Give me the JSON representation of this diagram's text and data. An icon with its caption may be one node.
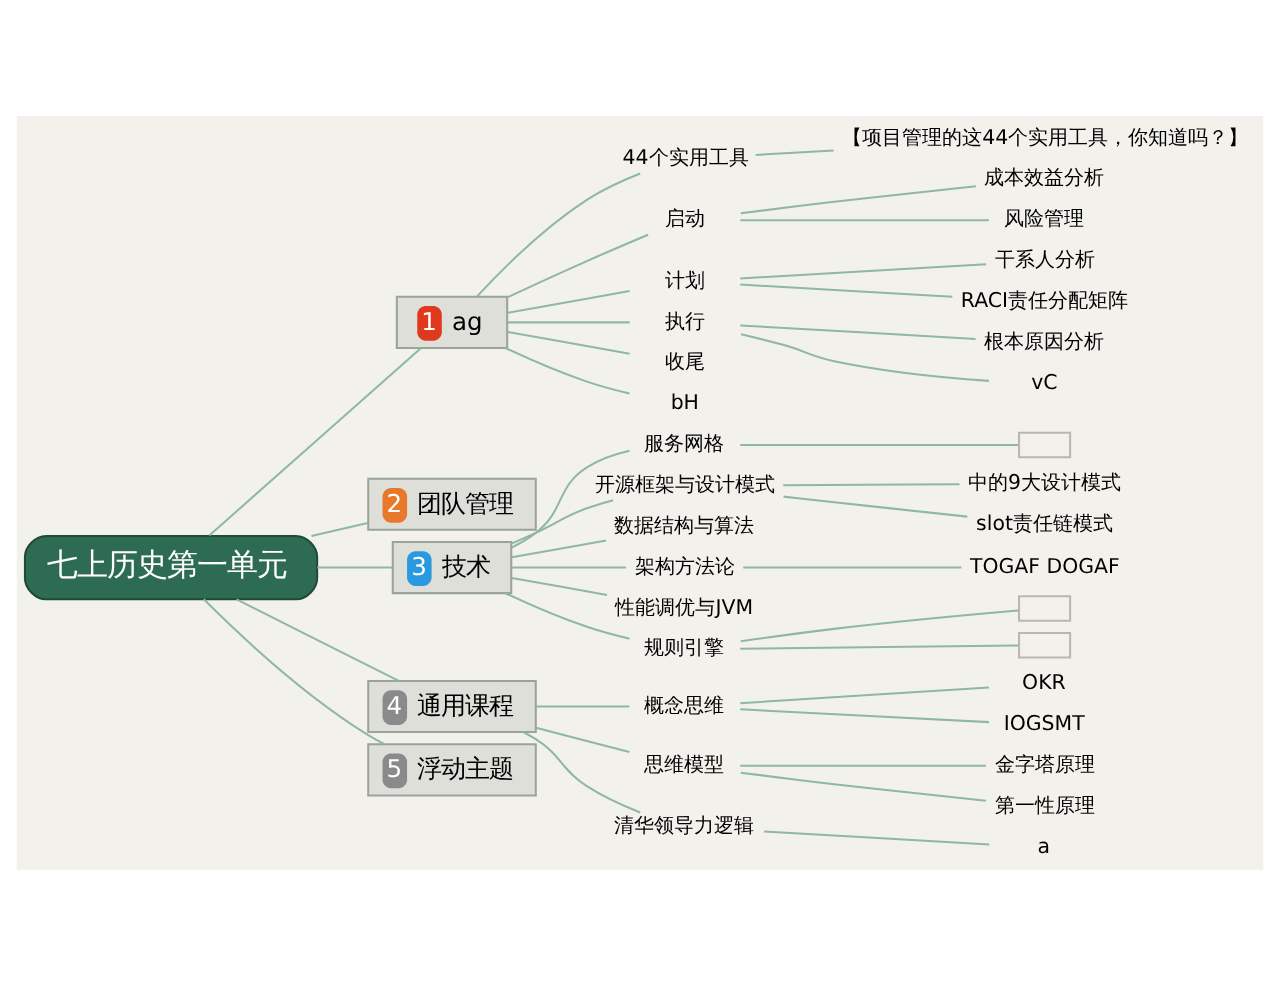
{
  "diagram": {
    "nodes": [
      {
        "text": [
          "七上历史第一单元"
        ]
      },
      {
        "text": [
          "1",
          "ag"
        ]
      },
      {
        "text": [
          "44个实用工具"
        ]
      },
      {
        "text": [
          "【项目管理的这44个实用工具，你知道吗？】"
        ]
      },
      {
        "text": [
          "启动"
        ]
      },
      {
        "text": [
          "成本效益分析"
        ]
      },
      {
        "text": [
          "风险管理"
        ]
      },
      {
        "text": [
          "计划"
        ]
      },
      {
        "text": [
          "干系人分析"
        ]
      },
      {
        "text": [
          "RACI责任分配矩阵"
        ]
      },
      {
        "text": [
          "执行"
        ]
      },
      {
        "text": [
          "根本原因分析"
        ]
      },
      {
        "text": [
          "vC"
        ]
      },
      {
        "text": [
          "收尾"
        ]
      },
      {
        "text": [
          "bH"
        ]
      },
      {
        "text": [
          "2",
          "团队管理"
        ]
      },
      {
        "text": [
          "3",
          "技术"
        ]
      },
      {
        "text": [
          "服务网格"
        ]
      },
      {
        "text": [],
        "shape": "box"
      },
      {
        "text": [
          "开源框架与设计模式"
        ]
      },
      {
        "text": [
          "中的9大设计模式"
        ]
      },
      {
        "text": [
          "slot责任链模式"
        ]
      },
      {
        "text": [
          "数据结构与算法"
        ]
      },
      {
        "text": [
          "架构方法论"
        ]
      },
      {
        "text": [
          "TOGAF DOGAF"
        ]
      },
      {
        "text": [
          "性能调优与JVM"
        ]
      },
      {
        "text": [
          "规则引擎"
        ]
      },
      {
        "text": [],
        "shape": "box"
      },
      {
        "text": [],
        "shape": "box"
      },
      {
        "text": [
          "4",
          "通用课程"
        ]
      },
      {
        "text": [
          "概念思维"
        ]
      },
      {
        "text": [
          "OKR"
        ]
      },
      {
        "text": [
          "IOGSMT"
        ]
      },
      {
        "text": [
          "思维模型"
        ]
      },
      {
        "text": [
          "金字塔原理"
        ]
      },
      {
        "text": [
          "第一性原理"
        ]
      },
      {
        "text": [
          "清华领导力逻辑"
        ]
      },
      {
        "text": [
          "a"
        ]
      },
      {
        "text": [
          "5",
          "浮动主题"
        ]
      }
    ],
    "edges": [
      {
        "from": 0,
        "to": 1,
        "arrow": "none"
      },
      {
        "from": 0,
        "to": 15,
        "arrow": "none"
      },
      {
        "from": 0,
        "to": 16,
        "arrow": "none"
      },
      {
        "from": 0,
        "to": 29,
        "arrow": "none"
      },
      {
        "from": 0,
        "to": 38,
        "arrow": "none"
      },
      {
        "from": 1,
        "to": 2,
        "arrow": "none"
      },
      {
        "from": 2,
        "to": 3,
        "arrow": "none"
      },
      {
        "from": 1,
        "to": 4,
        "arrow": "none"
      },
      {
        "from": 4,
        "to": 5,
        "arrow": "none"
      },
      {
        "from": 4,
        "to": 6,
        "arrow": "none"
      },
      {
        "from": 1,
        "to": 7,
        "arrow": "none"
      },
      {
        "from": 7,
        "to": 8,
        "arrow": "none"
      },
      {
        "from": 7,
        "to": 9,
        "arrow": "none"
      },
      {
        "from": 1,
        "to": 10,
        "arrow": "none"
      },
      {
        "from": 10,
        "to": 11,
        "arrow": "none"
      },
      {
        "from": 10,
        "to": 12,
        "arrow": "none"
      },
      {
        "from": 1,
        "to": 13,
        "arrow": "none"
      },
      {
        "from": 1,
        "to": 14,
        "arrow": "none"
      },
      {
        "from": 16,
        "to": 17,
        "arrow": "none"
      },
      {
        "from": 17,
        "to": 18,
        "arrow": "none"
      },
      {
        "from": 16,
        "to": 19,
        "arrow": "none"
      },
      {
        "from": 19,
        "to": 20,
        "arrow": "none"
      },
      {
        "from": 19,
        "to": 21,
        "arrow": "none"
      },
      {
        "from": 16,
        "to": 22,
        "arrow": "none"
      },
      {
        "from": 16,
        "to": 23,
        "arrow": "none"
      },
      {
        "from": 23,
        "to": 24,
        "arrow": "none"
      },
      {
        "from": 16,
        "to": 25,
        "arrow": "none"
      },
      {
        "from": 16,
        "to": 26,
        "arrow": "none"
      },
      {
        "from": 26,
        "to": 27,
        "arrow": "none"
      },
      {
        "from": 26,
        "to": 28,
        "arrow": "none"
      },
      {
        "from": 29,
        "to": 30,
        "arrow": "none"
      },
      {
        "from": 30,
        "to": 31,
        "arrow": "none"
      },
      {
        "from": 30,
        "to": 32,
        "arrow": "none"
      },
      {
        "from": 29,
        "to": 33,
        "arrow": "none"
      },
      {
        "from": 33,
        "to": 34,
        "arrow": "none"
      },
      {
        "from": 33,
        "to": 35,
        "arrow": "none"
      },
      {
        "from": 29,
        "to": 36,
        "arrow": "none"
      },
      {
        "from": 36,
        "to": 37,
        "arrow": "none"
      }
    ]
  }
}
